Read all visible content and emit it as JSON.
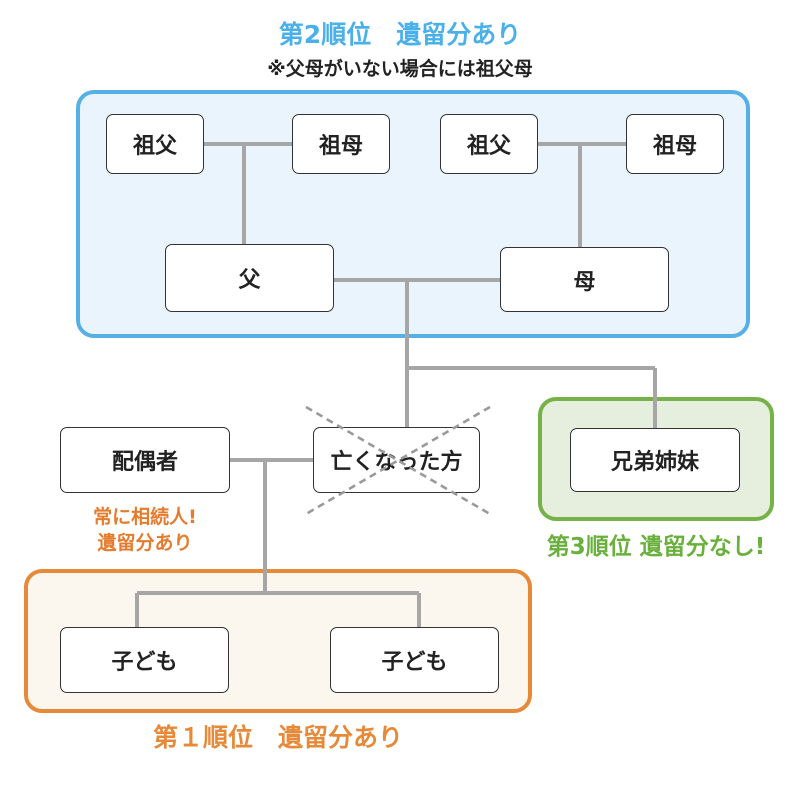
{
  "groups": {
    "ascendants": {
      "title": "第2順位　遺留分あり",
      "note": "※父母がいない場合には祖父母"
    },
    "siblings": {
      "title": "第3順位 遺留分なし!"
    },
    "children": {
      "title": "第１順位　遺留分あり"
    }
  },
  "nodes": {
    "paternal_grandfather": "祖父",
    "paternal_grandmother": "祖母",
    "maternal_grandfather": "祖父",
    "maternal_grandmother": "祖母",
    "father": "父",
    "mother": "母",
    "spouse": "配偶者",
    "deceased": "亡くなった方",
    "siblings": "兄弟姉妹",
    "child_1": "子ども",
    "child_2": "子ども"
  },
  "spouse_note": {
    "line1": "常に相続人!",
    "line2": "遺留分あり"
  },
  "colors": {
    "connector": "#a6a6a6",
    "deceased_cross": "#9a9a9a",
    "blue": "#57b0e5",
    "green": "#76b248",
    "orange": "#e68a3a"
  }
}
